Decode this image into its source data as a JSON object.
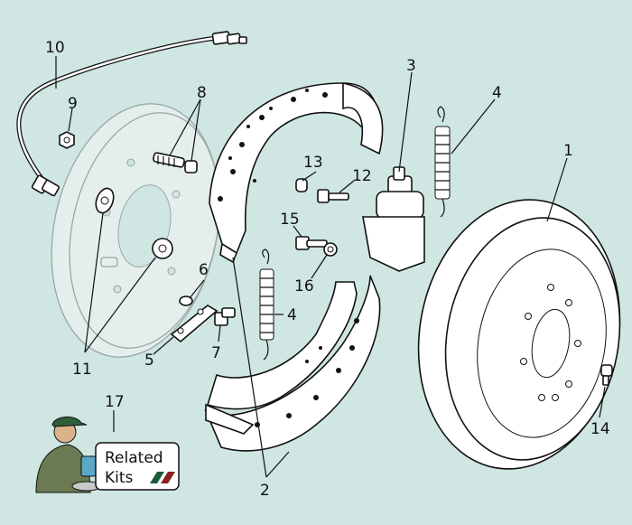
{
  "callouts": [
    {
      "id": "c10",
      "label": "10"
    },
    {
      "id": "c9",
      "label": "9"
    },
    {
      "id": "c8",
      "label": "8"
    },
    {
      "id": "c3",
      "label": "3"
    },
    {
      "id": "c4a",
      "label": "4"
    },
    {
      "id": "c1",
      "label": "1"
    },
    {
      "id": "c13",
      "label": "13"
    },
    {
      "id": "c12",
      "label": "12"
    },
    {
      "id": "c15",
      "label": "15"
    },
    {
      "id": "c16",
      "label": "16"
    },
    {
      "id": "c6",
      "label": "6"
    },
    {
      "id": "c4b",
      "label": "4"
    },
    {
      "id": "c7",
      "label": "7"
    },
    {
      "id": "c5",
      "label": "5"
    },
    {
      "id": "c11",
      "label": "11"
    },
    {
      "id": "c17",
      "label": "17"
    },
    {
      "id": "c14",
      "label": "14"
    },
    {
      "id": "c2",
      "label": "2"
    }
  ],
  "kit_button": {
    "line1": "Related",
    "line2": "Kits"
  },
  "colors": {
    "background": "#cfe6e2",
    "brand_green": "#1a5c3a",
    "brand_red": "#8b1f1f"
  }
}
